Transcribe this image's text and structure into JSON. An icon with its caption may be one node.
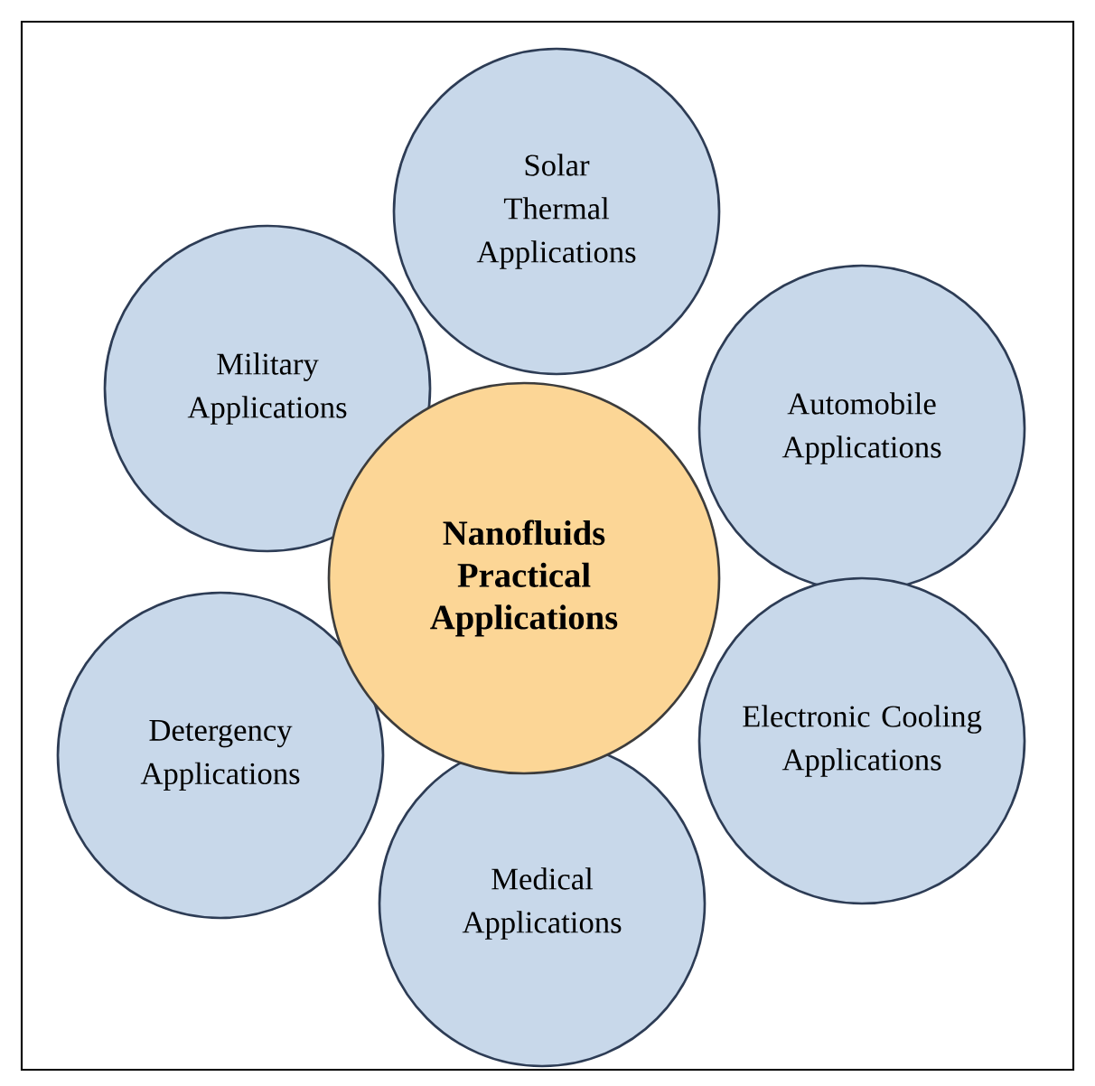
{
  "diagram": {
    "nodes": [
      {
        "text": [
          "Nanofluids Practical Applications"
        ]
      },
      {
        "text": [
          "Solar Thermal Applications"
        ]
      },
      {
        "text": [
          "Automobile Applications"
        ]
      },
      {
        "text": [
          "Electronic Cooling Applications"
        ]
      },
      {
        "text": [
          "Medical Applications"
        ]
      },
      {
        "text": [
          "Detergency Applications"
        ]
      },
      {
        "text": [
          "Military Applications"
        ]
      }
    ]
  }
}
